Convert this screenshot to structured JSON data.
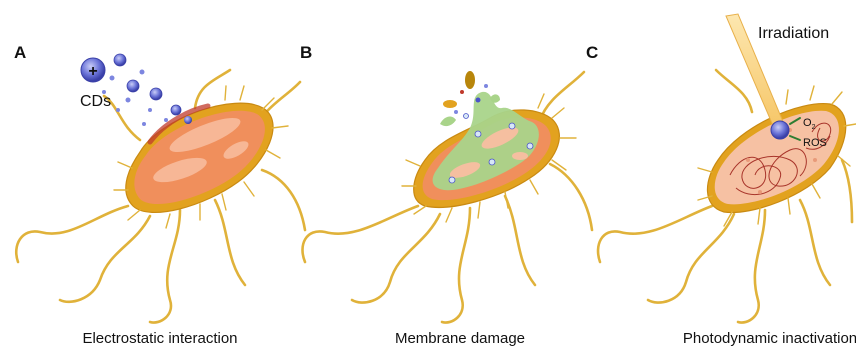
{
  "panels": [
    {
      "letter": "A",
      "caption": "Electrostatic interaction",
      "labels": {
        "cds": "CDs",
        "plus": "+"
      }
    },
    {
      "letter": "B",
      "caption": "Membrane damage"
    },
    {
      "letter": "C",
      "caption": "Photodynamic inactivation",
      "labels": {
        "irradiation": "Irradiation",
        "o2": "O",
        "o2_sub": "2",
        "ros": "ROS"
      }
    }
  ],
  "colors": {
    "cell_wall": "#e2a21f",
    "flagella": "#e0b23a",
    "cytoplasm_a": "#f08f5c",
    "cytoplasm_c": "#f6c1a3",
    "damaged_green": "#a9d48a",
    "cd_blue": "#4b54c8",
    "charge_red": "#c0392b"
  },
  "icons": [
    "cd-nanoparticle-icon",
    "bacterium-icon",
    "light-beam-icon",
    "dna-coil-icon"
  ]
}
